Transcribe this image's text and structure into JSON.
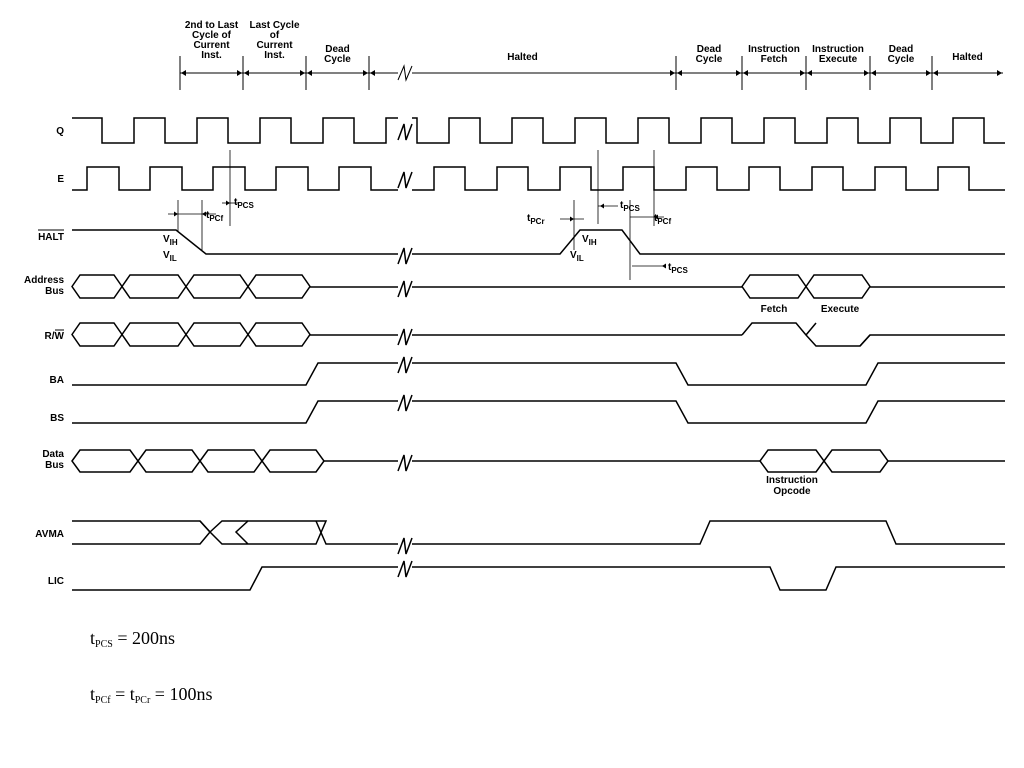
{
  "phases": [
    {
      "label": [
        "2nd to Last",
        "Cycle of",
        "Current",
        "Inst."
      ]
    },
    {
      "label": [
        "Last Cycle",
        "of",
        "Current",
        "Inst."
      ]
    },
    {
      "label": [
        "Dead",
        "Cycle"
      ]
    },
    {
      "label": [
        "Halted"
      ]
    },
    {
      "label": [
        "Dead",
        "Cycle"
      ]
    },
    {
      "label": [
        "Instruction",
        "Fetch"
      ]
    },
    {
      "label": [
        "Instruction",
        "Execute"
      ]
    },
    {
      "label": [
        "Dead",
        "Cycle"
      ]
    },
    {
      "label": [
        "Halted"
      ]
    }
  ],
  "signals": {
    "q": "Q",
    "e": "E",
    "halt": "HALT",
    "address_bus": [
      "Address",
      "Bus"
    ],
    "rw": "R/W",
    "ba": "BA",
    "bs": "BS",
    "data_bus": [
      "Data",
      "Bus"
    ],
    "avma": "AVMA",
    "lic": "LIC"
  },
  "timing_labels": {
    "tpcs_1": {
      "t": "t",
      "sub": "PCS"
    },
    "tpcf_1": {
      "t": "t",
      "sub": "PCf"
    },
    "tpcr": {
      "t": "t",
      "sub": "PCr"
    },
    "tpcs_2": {
      "t": "t",
      "sub": "PCS"
    },
    "tpcf_2": {
      "t": "t",
      "sub": "PCf"
    },
    "tpcs_3": {
      "t": "t",
      "sub": "PCS"
    },
    "vih_1": {
      "t": "V",
      "sub": "IH"
    },
    "vil_1": {
      "t": "V",
      "sub": "IL"
    },
    "vih_2": {
      "t": "V",
      "sub": "IH"
    },
    "vil_2": {
      "t": "V",
      "sub": "IL"
    }
  },
  "bus_annotations": {
    "fetch": "Fetch",
    "execute": "Execute",
    "opcode": [
      "Instruction",
      "Opcode"
    ]
  },
  "formulas": {
    "pcs": {
      "t1": "t",
      "sub1": "PCS",
      "eq": " = 200ns"
    },
    "pcf": {
      "t1": "t",
      "sub1": "PCf",
      "mid": " = t",
      "sub2": "PCr",
      "eq": " = 100ns"
    }
  }
}
